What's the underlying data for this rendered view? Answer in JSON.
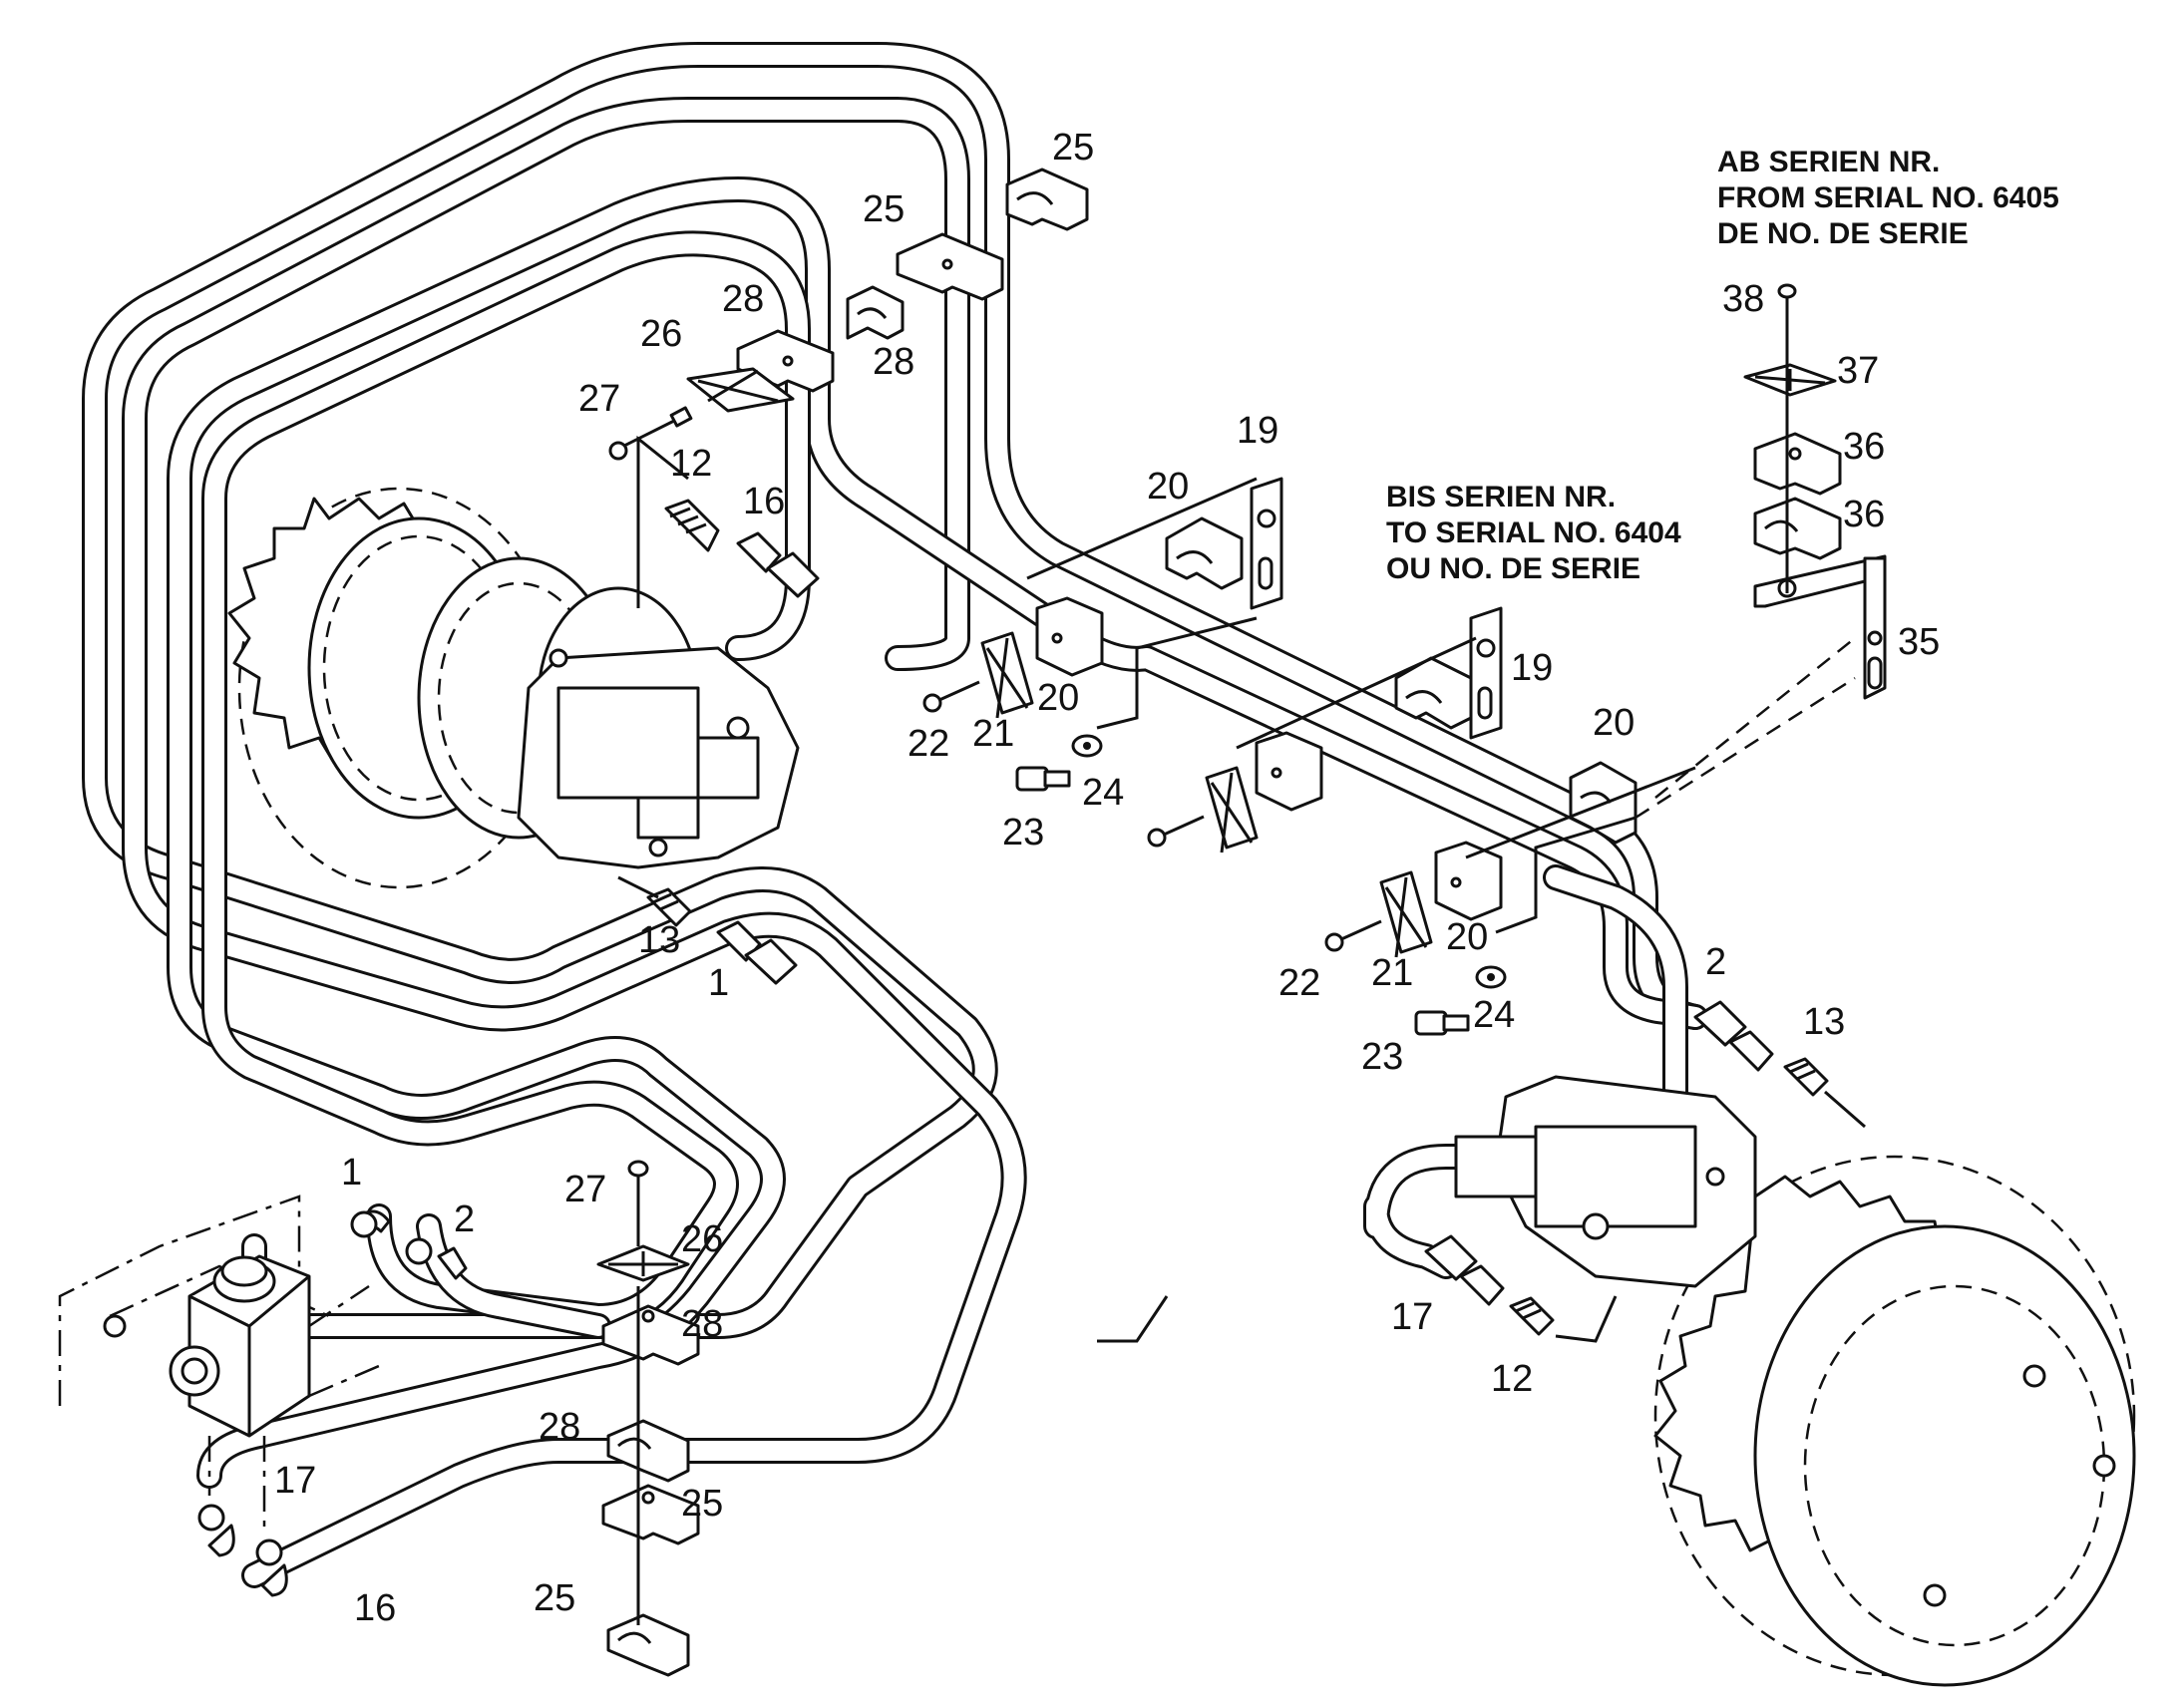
{
  "notes": {
    "from_serial": [
      "AB SERIEN NR.",
      "FROM SERIAL NO. 6405",
      "DE NO. DE SERIE"
    ],
    "to_serial": [
      "BIS SERIEN NR.",
      "TO SERIAL NO.  6404",
      "OU NO. DE SERIE"
    ]
  },
  "labels": {
    "l25a": "25",
    "l25b": "25",
    "l28a": "28",
    "l28b": "28",
    "l26a": "26",
    "l27a": "27",
    "l12a": "12",
    "l16a": "16",
    "l19a": "19",
    "l20a": "20",
    "l20b": "20",
    "l21a": "21",
    "l22a": "22",
    "l23a": "23",
    "l24a": "24",
    "l13a": "13",
    "l1a": "1",
    "l19b": "19",
    "l20c": "20",
    "l20d": "20",
    "l21b": "21",
    "l22b": "22",
    "l23b": "23",
    "l24b": "24",
    "l2a": "2",
    "l13b": "13",
    "l17a": "17",
    "l12b": "12",
    "l35": "35",
    "l36a": "36",
    "l36b": "36",
    "l37": "37",
    "l38": "38",
    "l1b": "1",
    "l2b": "2",
    "l27b": "27",
    "l26b": "26",
    "l28c": "28",
    "l28d": "28",
    "l25c": "25",
    "l25d": "25",
    "l17b": "17",
    "l16b": "16"
  }
}
